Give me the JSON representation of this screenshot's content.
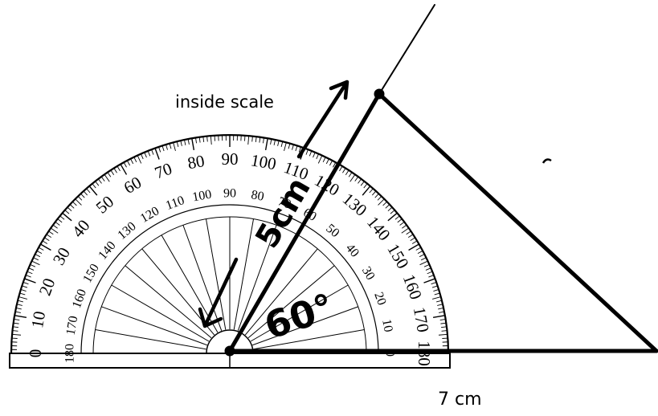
{
  "annotations": {
    "scale_note": "inside scale",
    "base_length": "7 cm",
    "angle_label": "60°",
    "side_label": "5cm"
  },
  "protractor": {
    "outer_scale": [
      "0",
      "10",
      "20",
      "30",
      "40",
      "50",
      "60",
      "70",
      "80",
      "90",
      "100",
      "110",
      "120",
      "130",
      "140",
      "150",
      "160",
      "170",
      "180"
    ],
    "inner_scale": [
      "180",
      "170",
      "160",
      "150",
      "140",
      "130",
      "120",
      "110",
      "100",
      "90",
      "80",
      "70",
      "60",
      "50",
      "40",
      "30",
      "20",
      "10",
      "0"
    ]
  },
  "colors": {
    "ink": "#000000",
    "paper": "#ffffff"
  }
}
